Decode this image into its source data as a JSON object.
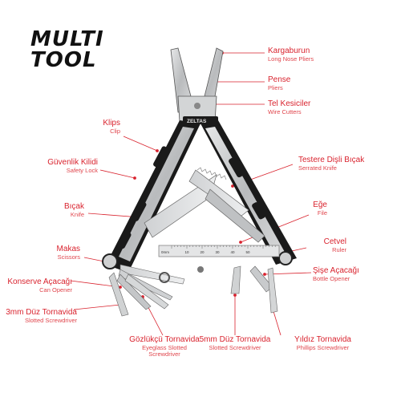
{
  "brand": {
    "line1": "MULTI",
    "line2": "TOOL"
  },
  "tool": {
    "engraving": "ZELTAS",
    "ruler_start": "0mm",
    "ruler_ticks": [
      "10",
      "20",
      "30",
      "40",
      "50"
    ]
  },
  "colors": {
    "accent": "#d9232e",
    "handle": "#1a1a1a",
    "steel": "#c8cacc"
  },
  "labels": [
    {
      "id": "long-nose-pliers",
      "tr": "Kargaburun",
      "en": "Long Nose Pliers"
    },
    {
      "id": "pliers",
      "tr": "Pense",
      "en": "Pliers"
    },
    {
      "id": "wire-cutters",
      "tr": "Tel Kesiciler",
      "en": "Wire Cutters"
    },
    {
      "id": "clip",
      "tr": "Klips",
      "en": "Clip"
    },
    {
      "id": "safety-lock",
      "tr": "Güvenlik Kilidi",
      "en": "Safety Lock"
    },
    {
      "id": "serrated-knife",
      "tr": "Testere Dişli Bıçak",
      "en": "Serrated Knife"
    },
    {
      "id": "knife",
      "tr": "Bıçak",
      "en": "Knife"
    },
    {
      "id": "file",
      "tr": "Eğe",
      "en": "File"
    },
    {
      "id": "ruler",
      "tr": "Cetvel",
      "en": "Ruler"
    },
    {
      "id": "scissors",
      "tr": "Makas",
      "en": "Scissors"
    },
    {
      "id": "bottle-opener",
      "tr": "Şişe Açacağı",
      "en": "Bottle Opener"
    },
    {
      "id": "can-opener",
      "tr": "Konserve Açacağı",
      "en": "Can Opener"
    },
    {
      "id": "slotted-3mm",
      "tr": "3mm Düz Tornavida",
      "en": "Slotted Screwdriver"
    },
    {
      "id": "eyeglass",
      "tr": "Gözlükçü Tornavida",
      "en": "Eyeglass Slotted Screwdriver"
    },
    {
      "id": "slotted-5mm",
      "tr": "5mm Düz Tornavida",
      "en": "Slotted Screwdriver"
    },
    {
      "id": "phillips",
      "tr": "Yıldız Tornavida",
      "en": "Phillips Screwdriver"
    }
  ]
}
